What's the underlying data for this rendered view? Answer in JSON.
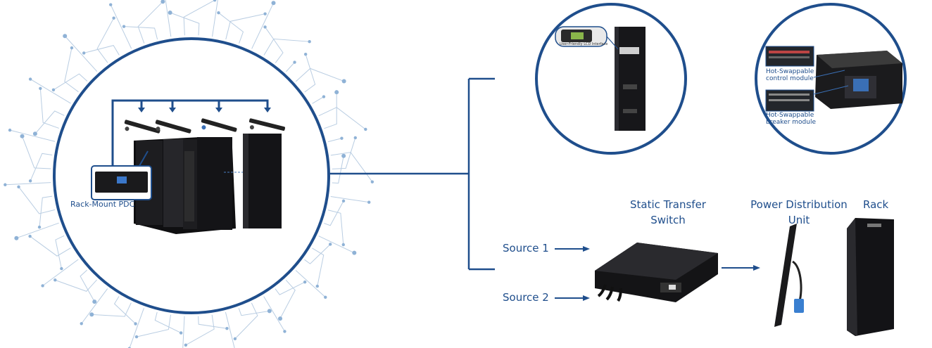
{
  "left_panel": {
    "rack_mount_pdc_label": "Rack-Mount PDC"
  },
  "top_center_panel": {
    "lcd_callout": "User-Friendly LCD Interface"
  },
  "top_right_panel": {
    "control_module_line1": "Hot-Swappable",
    "control_module_line2": "control module",
    "breaker_module_line1": "Hot-Swappable",
    "breaker_module_line2": "breaker module"
  },
  "flow": {
    "sts_line1": "Static Transfer",
    "sts_line2": "Switch",
    "pdu_line1": "Power Distribution",
    "pdu_line2": "Unit",
    "rack": "Rack",
    "source1": "Source 1",
    "source2": "Source 2"
  },
  "colors": {
    "accent": "#1f4e8c",
    "circuit_line": "#b9cde2",
    "circuit_dot": "#8fb2d6",
    "device_dark": "#1b1b1d"
  }
}
